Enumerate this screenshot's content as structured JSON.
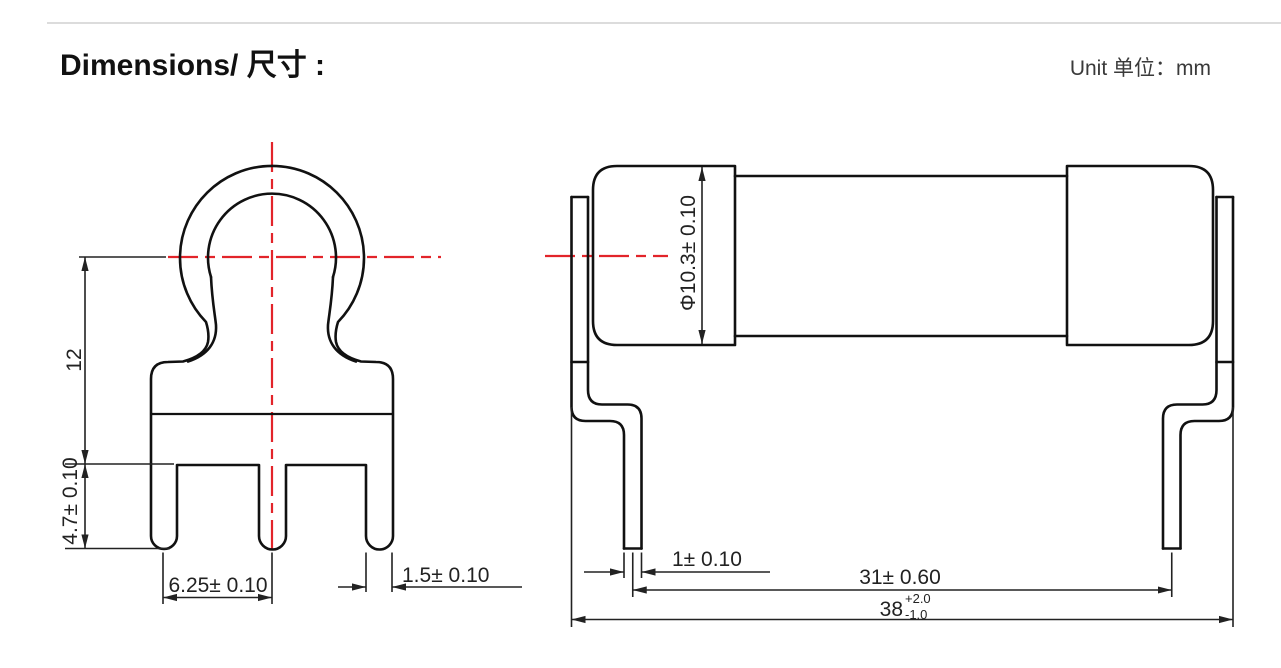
{
  "header": {
    "title": "Dimensions/ 尺寸 :",
    "unit": "Unit 单位：mm"
  },
  "front_view": {
    "description": "front view of fuse clip with ring and three leads",
    "dim_body_height": "12",
    "dim_leg_length": "4.7± 0.10",
    "dim_lead_pitch": "6.25± 0.10",
    "dim_leg_width": "1.5± 0.10"
  },
  "side_view": {
    "description": "side view of cylindrical fuse held in clip with two bent leads",
    "dim_diameter": "Φ10.3± 0.10",
    "dim_lead_thickness": "1± 0.10",
    "dim_lead_span": "31± 0.60",
    "dim_overall_width": "38",
    "dim_overall_tol_plus": "+2.0",
    "dim_overall_tol_minus": "-1.0"
  },
  "colors": {
    "outline": "#111111",
    "dimension_lines": "#222222",
    "centerline_red": "#e2242a",
    "divider_gray": "#dcdcdc"
  }
}
